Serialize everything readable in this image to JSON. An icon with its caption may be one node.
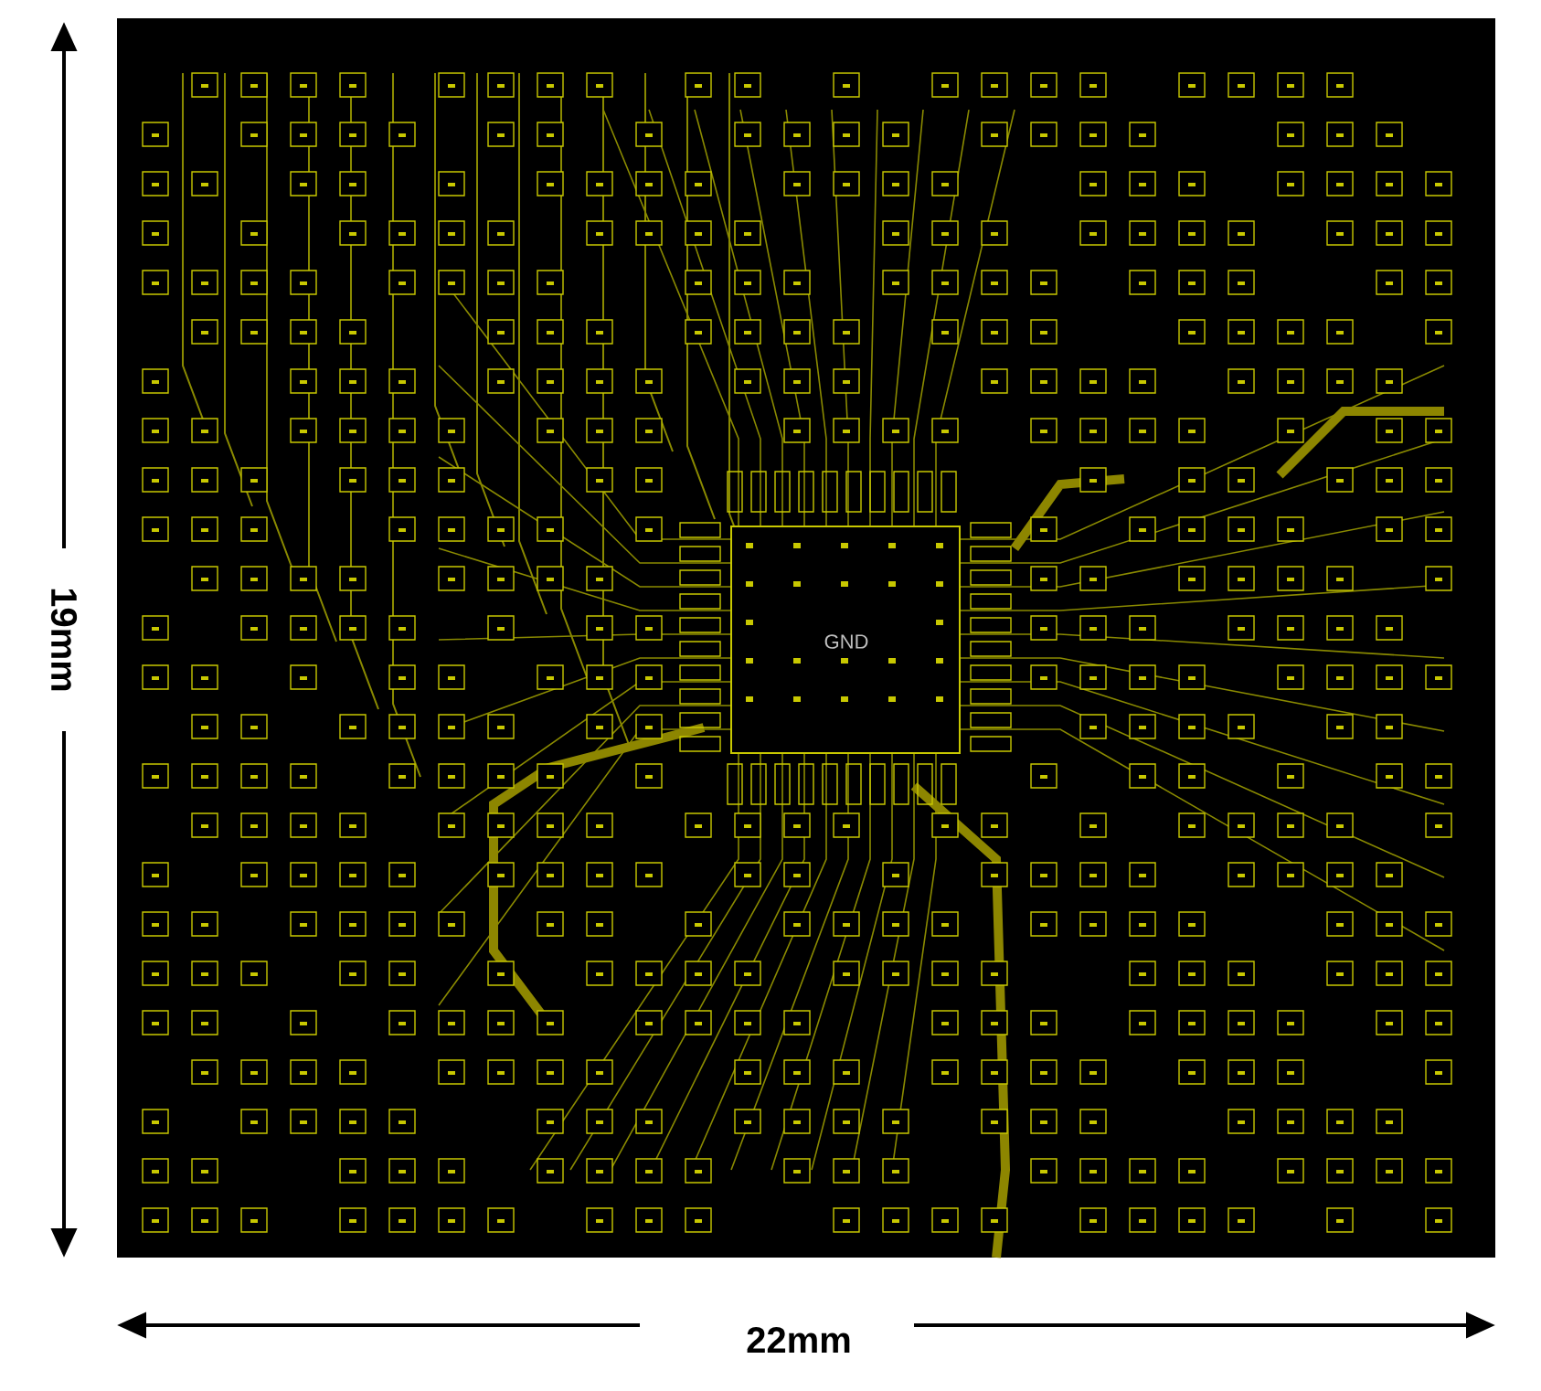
{
  "diagram": {
    "labels": [
      "19mm",
      "GND",
      "22mm"
    ]
  }
}
